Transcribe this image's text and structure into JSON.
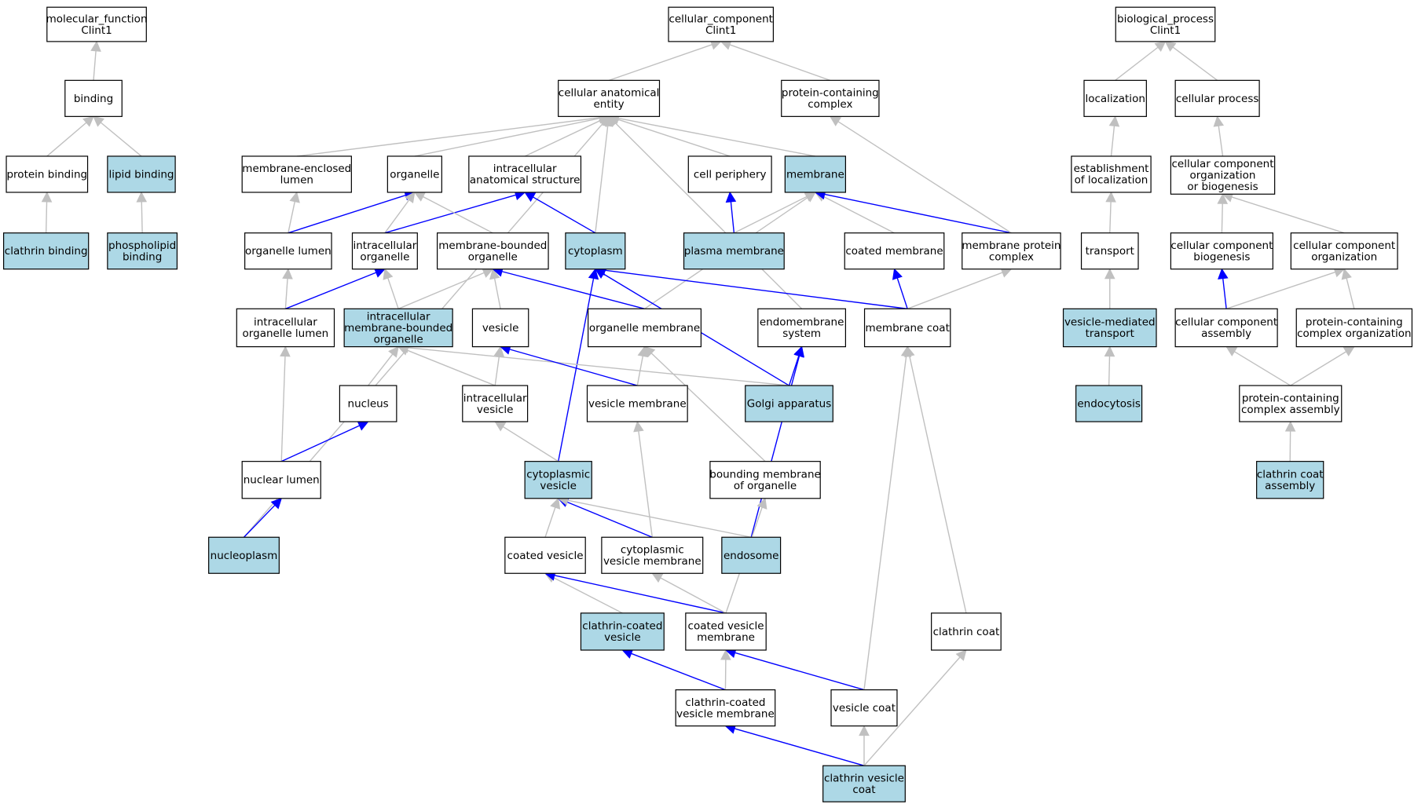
{
  "colors": {
    "highlight_fill": "#add8e6",
    "plain_fill": "#ffffff",
    "edge_gray": "#c0c0c0",
    "edge_blue": "#0000ff"
  },
  "nodes": {
    "mf_root": {
      "lines": [
        "molecular_function",
        "Clint1"
      ],
      "highlight": false
    },
    "binding": {
      "lines": [
        "binding"
      ],
      "highlight": false
    },
    "protein_binding": {
      "lines": [
        "protein binding"
      ],
      "highlight": false
    },
    "lipid_binding": {
      "lines": [
        "lipid binding"
      ],
      "highlight": true
    },
    "clathrin_binding": {
      "lines": [
        "clathrin binding"
      ],
      "highlight": true
    },
    "phospholipid_binding": {
      "lines": [
        "phospholipid",
        "binding"
      ],
      "highlight": true
    },
    "cc_root": {
      "lines": [
        "cellular_component",
        "Clint1"
      ],
      "highlight": false
    },
    "cae": {
      "lines": [
        "cellular anatomical",
        "entity"
      ],
      "highlight": false
    },
    "pcc": {
      "lines": [
        "protein-containing",
        "complex"
      ],
      "highlight": false
    },
    "mel": {
      "lines": [
        "membrane-enclosed",
        "lumen"
      ],
      "highlight": false
    },
    "organelle": {
      "lines": [
        "organelle"
      ],
      "highlight": false
    },
    "ias": {
      "lines": [
        "intracellular",
        "anatomical structure"
      ],
      "highlight": false
    },
    "cell_periphery": {
      "lines": [
        "cell periphery"
      ],
      "highlight": false
    },
    "membrane": {
      "lines": [
        "membrane"
      ],
      "highlight": true
    },
    "organelle_lumen": {
      "lines": [
        "organelle lumen"
      ],
      "highlight": false
    },
    "intra_org": {
      "lines": [
        "intracellular",
        "organelle"
      ],
      "highlight": false
    },
    "mbo": {
      "lines": [
        "membrane-bounded",
        "organelle"
      ],
      "highlight": false
    },
    "cytoplasm": {
      "lines": [
        "cytoplasm"
      ],
      "highlight": true
    },
    "plasma_membrane": {
      "lines": [
        "plasma membrane"
      ],
      "highlight": true
    },
    "coated_membrane": {
      "lines": [
        "coated membrane"
      ],
      "highlight": false
    },
    "mpc": {
      "lines": [
        "membrane protein",
        "complex"
      ],
      "highlight": false
    },
    "iol": {
      "lines": [
        "intracellular",
        "organelle lumen"
      ],
      "highlight": false
    },
    "imbo": {
      "lines": [
        "intracellular",
        "membrane-bounded",
        "organelle"
      ],
      "highlight": true
    },
    "vesicle": {
      "lines": [
        "vesicle"
      ],
      "highlight": false
    },
    "org_membrane": {
      "lines": [
        "organelle membrane"
      ],
      "highlight": false
    },
    "endomembrane": {
      "lines": [
        "endomembrane",
        "system"
      ],
      "highlight": false
    },
    "membrane_coat": {
      "lines": [
        "membrane coat"
      ],
      "highlight": false
    },
    "nucleus": {
      "lines": [
        "nucleus"
      ],
      "highlight": false
    },
    "intra_vesicle": {
      "lines": [
        "intracellular",
        "vesicle"
      ],
      "highlight": false
    },
    "vesicle_membrane": {
      "lines": [
        "vesicle membrane"
      ],
      "highlight": false
    },
    "golgi": {
      "lines": [
        "Golgi apparatus"
      ],
      "highlight": true
    },
    "nuclear_lumen": {
      "lines": [
        "nuclear lumen"
      ],
      "highlight": false
    },
    "cyto_vesicle": {
      "lines": [
        "cytoplasmic",
        "vesicle"
      ],
      "highlight": true
    },
    "bmo": {
      "lines": [
        "bounding membrane",
        "of organelle"
      ],
      "highlight": false
    },
    "nucleoplasm": {
      "lines": [
        "nucleoplasm"
      ],
      "highlight": true
    },
    "coated_vesicle": {
      "lines": [
        "coated vesicle"
      ],
      "highlight": false
    },
    "cvm": {
      "lines": [
        "cytoplasmic",
        "vesicle membrane"
      ],
      "highlight": false
    },
    "endosome": {
      "lines": [
        "endosome"
      ],
      "highlight": true
    },
    "ccv": {
      "lines": [
        "clathrin-coated",
        "vesicle"
      ],
      "highlight": true
    },
    "coated_vm": {
      "lines": [
        "coated vesicle",
        "membrane"
      ],
      "highlight": false
    },
    "clathrin_coat": {
      "lines": [
        "clathrin coat"
      ],
      "highlight": false
    },
    "ccvm": {
      "lines": [
        "clathrin-coated",
        "vesicle membrane"
      ],
      "highlight": false
    },
    "vesicle_coat": {
      "lines": [
        "vesicle coat"
      ],
      "highlight": false
    },
    "cvc": {
      "lines": [
        "clathrin vesicle",
        "coat"
      ],
      "highlight": true
    },
    "bp_root": {
      "lines": [
        "biological_process",
        "Clint1"
      ],
      "highlight": false
    },
    "localization": {
      "lines": [
        "localization"
      ],
      "highlight": false
    },
    "cellular_process": {
      "lines": [
        "cellular process"
      ],
      "highlight": false
    },
    "eol": {
      "lines": [
        "establishment",
        "of localization"
      ],
      "highlight": false
    },
    "ccob": {
      "lines": [
        "cellular component",
        "organization",
        "or biogenesis"
      ],
      "highlight": false
    },
    "transport": {
      "lines": [
        "transport"
      ],
      "highlight": false
    },
    "ccb": {
      "lines": [
        "cellular component",
        "biogenesis"
      ],
      "highlight": false
    },
    "cco": {
      "lines": [
        "cellular component",
        "organization"
      ],
      "highlight": false
    },
    "vmt": {
      "lines": [
        "vesicle-mediated",
        "transport"
      ],
      "highlight": true
    },
    "cca": {
      "lines": [
        "cellular component",
        "assembly"
      ],
      "highlight": false
    },
    "pcco": {
      "lines": [
        "protein-containing",
        "complex organization"
      ],
      "highlight": false
    },
    "endocytosis": {
      "lines": [
        "endocytosis"
      ],
      "highlight": true
    },
    "pcca": {
      "lines": [
        "protein-containing",
        "complex assembly"
      ],
      "highlight": false
    },
    "cc_assembly": {
      "lines": [
        "clathrin coat",
        "assembly"
      ],
      "highlight": true
    }
  },
  "edges": [
    {
      "from": "binding",
      "to": "mf_root",
      "color": "gray"
    },
    {
      "from": "protein_binding",
      "to": "binding",
      "color": "gray"
    },
    {
      "from": "lipid_binding",
      "to": "binding",
      "color": "gray"
    },
    {
      "from": "clathrin_binding",
      "to": "protein_binding",
      "color": "gray"
    },
    {
      "from": "phospholipid_binding",
      "to": "lipid_binding",
      "color": "gray"
    },
    {
      "from": "cae",
      "to": "cc_root",
      "color": "gray"
    },
    {
      "from": "pcc",
      "to": "cc_root",
      "color": "gray"
    },
    {
      "from": "mel",
      "to": "cae",
      "color": "gray"
    },
    {
      "from": "organelle",
      "to": "cae",
      "color": "gray"
    },
    {
      "from": "ias",
      "to": "cae",
      "color": "gray"
    },
    {
      "from": "cell_periphery",
      "to": "cae",
      "color": "gray"
    },
    {
      "from": "membrane",
      "to": "cae",
      "color": "gray"
    },
    {
      "from": "cytoplasm",
      "to": "cae",
      "color": "gray"
    },
    {
      "from": "endomembrane",
      "to": "cae",
      "color": "gray"
    },
    {
      "from": "nucleoplasm",
      "to": "cae",
      "color": "gray"
    },
    {
      "from": "organelle_lumen",
      "to": "mel",
      "color": "gray"
    },
    {
      "from": "organelle_lumen",
      "to": "organelle",
      "color": "blue"
    },
    {
      "from": "intra_org",
      "to": "organelle",
      "color": "gray"
    },
    {
      "from": "intra_org",
      "to": "ias",
      "color": "blue"
    },
    {
      "from": "mbo",
      "to": "organelle",
      "color": "gray"
    },
    {
      "from": "cytoplasm",
      "to": "ias",
      "color": "blue"
    },
    {
      "from": "plasma_membrane",
      "to": "cell_periphery",
      "color": "blue"
    },
    {
      "from": "plasma_membrane",
      "to": "membrane",
      "color": "gray"
    },
    {
      "from": "coated_membrane",
      "to": "membrane",
      "color": "gray"
    },
    {
      "from": "mpc",
      "to": "membrane",
      "color": "blue"
    },
    {
      "from": "mpc",
      "to": "pcc",
      "color": "gray"
    },
    {
      "from": "org_membrane",
      "to": "membrane",
      "color": "gray"
    },
    {
      "from": "iol",
      "to": "organelle_lumen",
      "color": "gray"
    },
    {
      "from": "iol",
      "to": "intra_org",
      "color": "blue"
    },
    {
      "from": "imbo",
      "to": "intra_org",
      "color": "gray"
    },
    {
      "from": "imbo",
      "to": "mbo",
      "color": "gray"
    },
    {
      "from": "vesicle",
      "to": "mbo",
      "color": "gray"
    },
    {
      "from": "org_membrane",
      "to": "mbo",
      "color": "blue"
    },
    {
      "from": "membrane_coat",
      "to": "cytoplasm",
      "color": "blue"
    },
    {
      "from": "golgi",
      "to": "cytoplasm",
      "color": "blue"
    },
    {
      "from": "cyto_vesicle",
      "to": "cytoplasm",
      "color": "blue"
    },
    {
      "from": "membrane_coat",
      "to": "coated_membrane",
      "color": "blue"
    },
    {
      "from": "membrane_coat",
      "to": "mpc",
      "color": "gray"
    },
    {
      "from": "nucleus",
      "to": "imbo",
      "color": "gray"
    },
    {
      "from": "intra_vesicle",
      "to": "imbo",
      "color": "gray"
    },
    {
      "from": "golgi",
      "to": "imbo",
      "color": "gray"
    },
    {
      "from": "intra_vesicle",
      "to": "vesicle",
      "color": "gray"
    },
    {
      "from": "vesicle_membrane",
      "to": "vesicle",
      "color": "blue"
    },
    {
      "from": "vesicle_membrane",
      "to": "org_membrane",
      "color": "gray"
    },
    {
      "from": "bmo",
      "to": "org_membrane",
      "color": "gray"
    },
    {
      "from": "golgi",
      "to": "endomembrane",
      "color": "blue"
    },
    {
      "from": "endosome",
      "to": "endomembrane",
      "color": "blue"
    },
    {
      "from": "nuclear_lumen",
      "to": "iol",
      "color": "gray"
    },
    {
      "from": "nuclear_lumen",
      "to": "nucleus",
      "color": "blue"
    },
    {
      "from": "nucleoplasm",
      "to": "nuclear_lumen",
      "color": "blue"
    },
    {
      "from": "cyto_vesicle",
      "to": "intra_vesicle",
      "color": "gray"
    },
    {
      "from": "cvm",
      "to": "vesicle_membrane",
      "color": "gray"
    },
    {
      "from": "coated_vesicle",
      "to": "cyto_vesicle",
      "color": "gray"
    },
    {
      "from": "cvm",
      "to": "cyto_vesicle",
      "color": "blue"
    },
    {
      "from": "endosome",
      "to": "cyto_vesicle",
      "color": "gray"
    },
    {
      "from": "coated_vm",
      "to": "bmo",
      "color": "gray"
    },
    {
      "from": "ccv",
      "to": "coated_vesicle",
      "color": "gray"
    },
    {
      "from": "coated_vm",
      "to": "coated_vesicle",
      "color": "blue"
    },
    {
      "from": "coated_vm",
      "to": "cvm",
      "color": "gray"
    },
    {
      "from": "ccvm",
      "to": "ccv",
      "color": "blue"
    },
    {
      "from": "ccvm",
      "to": "coated_vm",
      "color": "gray"
    },
    {
      "from": "vesicle_coat",
      "to": "coated_vm",
      "color": "blue"
    },
    {
      "from": "vesicle_coat",
      "to": "membrane_coat",
      "color": "gray"
    },
    {
      "from": "clathrin_coat",
      "to": "membrane_coat",
      "color": "gray"
    },
    {
      "from": "cvc",
      "to": "ccvm",
      "color": "blue"
    },
    {
      "from": "cvc",
      "to": "vesicle_coat",
      "color": "gray"
    },
    {
      "from": "cvc",
      "to": "clathrin_coat",
      "color": "gray"
    },
    {
      "from": "localization",
      "to": "bp_root",
      "color": "gray"
    },
    {
      "from": "cellular_process",
      "to": "bp_root",
      "color": "gray"
    },
    {
      "from": "eol",
      "to": "localization",
      "color": "gray"
    },
    {
      "from": "ccob",
      "to": "cellular_process",
      "color": "gray"
    },
    {
      "from": "transport",
      "to": "eol",
      "color": "gray"
    },
    {
      "from": "ccb",
      "to": "ccob",
      "color": "gray"
    },
    {
      "from": "cco",
      "to": "ccob",
      "color": "gray"
    },
    {
      "from": "vmt",
      "to": "transport",
      "color": "gray"
    },
    {
      "from": "cca",
      "to": "ccb",
      "color": "blue"
    },
    {
      "from": "cca",
      "to": "cco",
      "color": "gray"
    },
    {
      "from": "pcco",
      "to": "cco",
      "color": "gray"
    },
    {
      "from": "endocytosis",
      "to": "vmt",
      "color": "gray"
    },
    {
      "from": "pcca",
      "to": "cca",
      "color": "gray"
    },
    {
      "from": "pcca",
      "to": "pcco",
      "color": "gray"
    },
    {
      "from": "cc_assembly",
      "to": "pcca",
      "color": "gray"
    }
  ]
}
